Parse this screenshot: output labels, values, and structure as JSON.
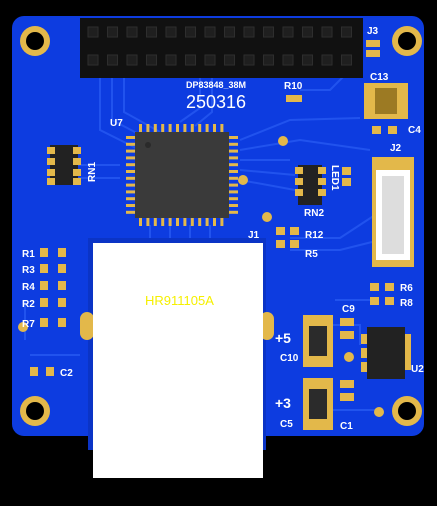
{
  "board": {
    "part_number": "DP83848_38M",
    "date_code": "250316",
    "jack_model": "HR911105A",
    "power_5v": "+5",
    "power_3v": "+3"
  },
  "refdes": {
    "J3": "J3",
    "C13": "C13",
    "R10": "R10",
    "U7": "U7",
    "C4": "C4",
    "J2": "J2",
    "RN1": "RN1",
    "LED1": "LED1",
    "RN2": "RN2",
    "J1": "J1",
    "R12": "R12",
    "R5": "R5",
    "R1": "R1",
    "R3": "R3",
    "R4": "R4",
    "R2": "R2",
    "R7": "R7",
    "R6": "R6",
    "R8": "R8",
    "C9": "C9",
    "C10": "C10",
    "U2": "U2",
    "C2": "C2",
    "C5": "C5",
    "C1": "C1"
  },
  "colors": {
    "pcb": "#0d3ce0",
    "trace": "#2456f0",
    "silk": "#ffffff",
    "pad": "#e3b84a",
    "jack_label": "#f5f000",
    "header": "#111111"
  }
}
